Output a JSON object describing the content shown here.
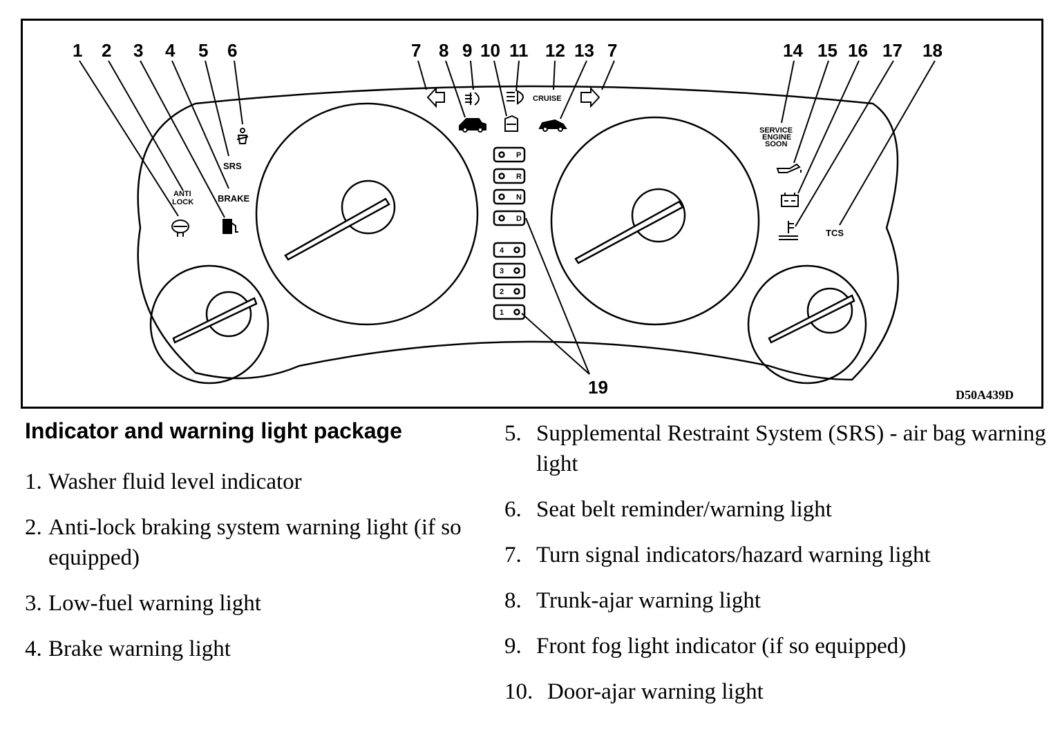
{
  "figure": {
    "callouts": {
      "c1": "1",
      "c2": "2",
      "c3": "3",
      "c4": "4",
      "c5": "5",
      "c6": "6",
      "c7a": "7",
      "c8": "8",
      "c9": "9",
      "c10": "10",
      "c11": "11",
      "c12": "12",
      "c13": "13",
      "c7b": "7",
      "c14": "14",
      "c15": "15",
      "c16": "16",
      "c17": "17",
      "c18": "18",
      "c19": "19"
    },
    "panel_labels": {
      "anti": "ANTI",
      "lock": "LOCK",
      "srs": "SRS",
      "brake": "BRAKE",
      "cruise": "CRUISE",
      "service": "SERVICE",
      "engine": "ENGINE",
      "soon": "SOON",
      "tcs": "TCS"
    },
    "gear_positions": [
      "P",
      "R",
      "N",
      "D",
      "4",
      "3",
      "2",
      "1"
    ],
    "code": "D50A439D"
  },
  "heading": "Indicator and warning light package",
  "items_left": [
    {
      "num": "1.",
      "text": "Washer fluid level indicator"
    },
    {
      "num": "2.",
      "text": "Anti-lock braking system warning light (if so equipped)"
    },
    {
      "num": "3.",
      "text": "Low-fuel warning light"
    },
    {
      "num": "4.",
      "text": "Brake warning light"
    }
  ],
  "items_right": [
    {
      "num": "5.",
      "text": "Supplemental Restraint System (SRS) - air bag warning light"
    },
    {
      "num": "6.",
      "text": "Seat belt reminder/warning light"
    },
    {
      "num": "7.",
      "text": "Turn signal indicators/hazard warning light"
    },
    {
      "num": "8.",
      "text": "Trunk-ajar warning light"
    },
    {
      "num": "9.",
      "text": "Front fog light indicator (if so equipped)"
    },
    {
      "num": "10.",
      "text": "Door-ajar warning light"
    }
  ]
}
